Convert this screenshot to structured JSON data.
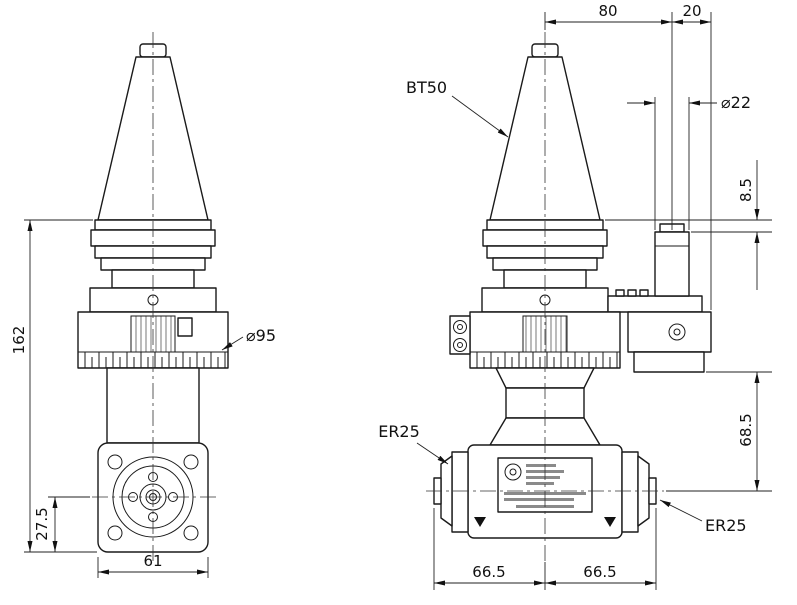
{
  "front_view": {
    "dim_total_height": "162",
    "dim_spindle_to_bottom": "27.5",
    "dim_flange_width": "61",
    "label_body_diameter": "⌀95"
  },
  "side_view": {
    "label_taper": "BT50",
    "label_collet_left": "ER25",
    "label_collet_right": "ER25",
    "label_pin_diameter": "⌀22",
    "dim_center_to_pin": "80",
    "dim_pin_block": "20",
    "dim_pin_drop": "8.5",
    "dim_block_to_spindle": "68.5",
    "dim_half_width_left": "66.5",
    "dim_half_width_right": "66.5"
  }
}
